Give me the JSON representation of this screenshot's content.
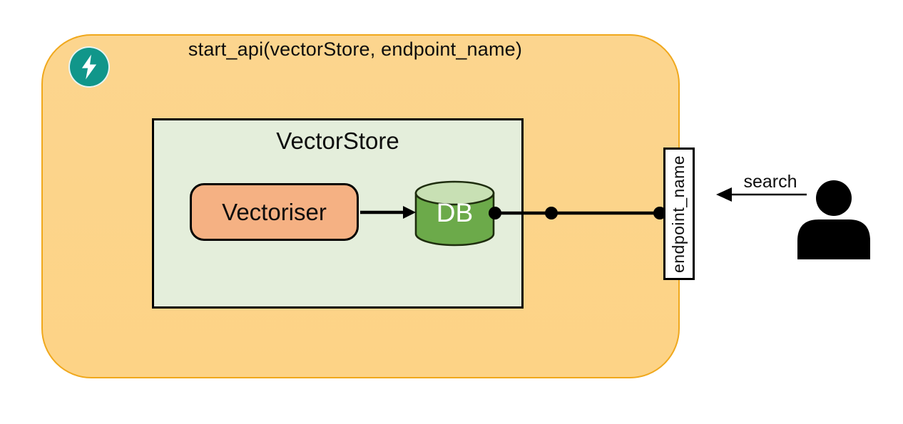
{
  "diagram": {
    "api_container": {
      "title": "start_api(vectorStore, endpoint_name)"
    },
    "vectorstore": {
      "title": "VectorStore",
      "vectoriser_label": "Vectoriser",
      "db_label": "DB"
    },
    "endpoint": {
      "label": "endpoint_name"
    },
    "user_flow": {
      "search_label": "search"
    },
    "icons": {
      "api_badge": "lightning-bolt-icon",
      "user": "person-icon"
    },
    "colors": {
      "container_fill": "#FDD48A",
      "container_border": "#F0A81C",
      "vectorstore_fill": "#E4EEDB",
      "box_border": "#000000",
      "vectoriser_fill": "#F5B183",
      "db_body_fill": "#6CAA4A",
      "db_top_fill": "#C8E0B4",
      "db_outline": "#1E2D0E",
      "fastapi_teal": "#11968A",
      "connector_color": "#000000",
      "text_color": "#0D0D0D"
    }
  }
}
